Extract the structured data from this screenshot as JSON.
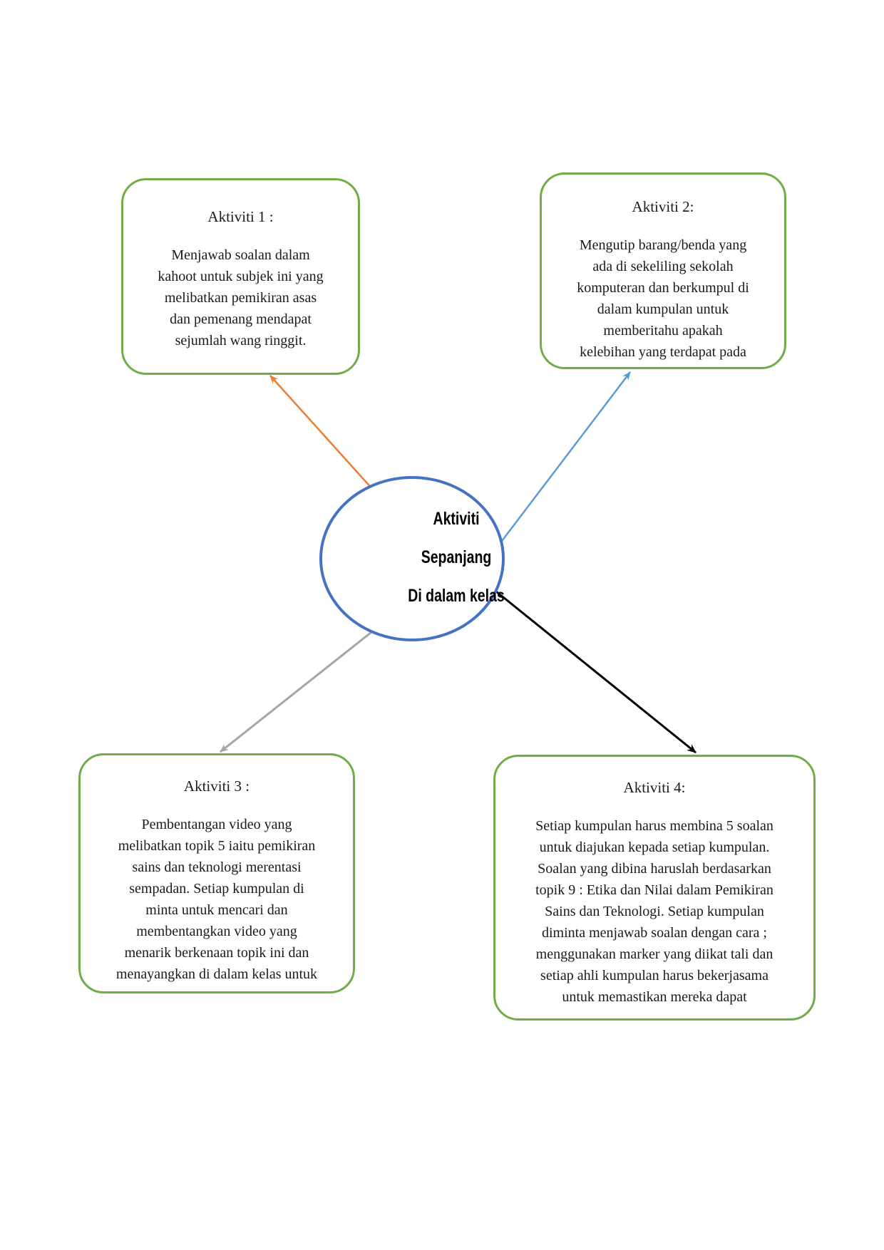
{
  "center": {
    "lines": [
      "Aktiviti",
      "Sepanjang",
      "Di dalam kelas"
    ]
  },
  "boxes": [
    {
      "title": "Aktiviti 1 :",
      "lines": [
        "Menjawab soalan dalam",
        "kahoot untuk subjek ini yang",
        "melibatkan pemikiran asas",
        "dan pemenang mendapat",
        "sejumlah wang ringgit."
      ]
    },
    {
      "title": "Aktiviti 2:",
      "lines": [
        "Mengutip barang/benda yang",
        "ada di sekeliling sekolah",
        "komputeran dan berkumpul di",
        "dalam kumpulan untuk",
        "memberitahu apakah",
        "kelebihan yang terdapat pada"
      ]
    },
    {
      "title": "Aktiviti 3 :",
      "lines": [
        "Pembentangan video yang",
        "melibatkan topik 5 iaitu pemikiran",
        "sains dan teknologi merentasi",
        "sempadan. Setiap kumpulan di",
        "minta untuk mencari dan",
        "membentangkan video yang",
        "menarik berkenaan topik ini dan",
        "menayangkan di dalam kelas untuk"
      ]
    },
    {
      "title": "Aktiviti 4:",
      "lines": [
        "Setiap kumpulan harus membina 5 soalan",
        "untuk diajukan kepada setiap kumpulan.",
        "Soalan yang dibina haruslah berdasarkan",
        "topik 9 : Etika dan Nilai dalam Pemikiran",
        "Sains dan Teknologi. Setiap kumpulan",
        "diminta menjawab soalan dengan cara ;",
        "menggunakan marker yang diikat tali dan",
        "setiap ahli kumpulan harus bekerjasama",
        "untuk memastikan mereka dapat"
      ]
    }
  ],
  "colors": {
    "box_border": "#70AD47",
    "ellipse_border": "#4472C4",
    "arrow_orange": "#ED7D31",
    "arrow_blue": "#5B9BD5",
    "arrow_gray": "#A6A6A6",
    "arrow_black": "#000000"
  }
}
